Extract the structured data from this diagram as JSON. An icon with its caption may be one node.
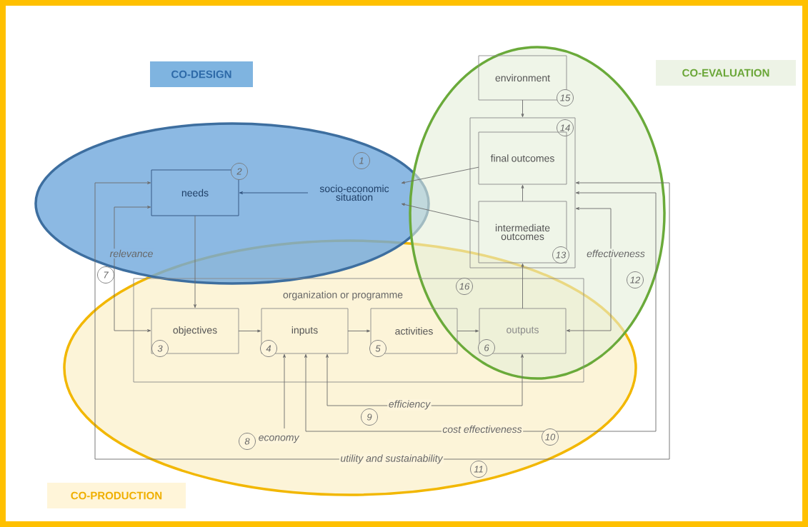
{
  "diagram": {
    "nodes": [
      {
        "text": [
          "CO-DESIGN"
        ]
      },
      {
        "text": [
          "CO-EVALUATION"
        ]
      },
      {
        "text": [
          "CO-PRODUCTION"
        ]
      },
      {
        "text": [
          "needs"
        ],
        "beside": [
          "2"
        ]
      },
      {
        "text": [
          "1",
          "socio-economic situation"
        ]
      },
      {
        "text": [
          "environment",
          "15"
        ]
      },
      {
        "text": [],
        "shape": "box",
        "beside": [
          "14"
        ]
      },
      {
        "text": [
          "final outcomes"
        ],
        "in": 6
      },
      {
        "text": [
          "intermediate outcomes",
          "13"
        ],
        "in": 6
      },
      {
        "text": [
          "organization or programme"
        ],
        "beside": [
          "16"
        ]
      },
      {
        "text": [
          "objectives",
          "3"
        ],
        "in": 9
      },
      {
        "text": [
          "inputs",
          "4"
        ],
        "in": 9
      },
      {
        "text": [
          "activities",
          "5"
        ],
        "in": 9
      },
      {
        "text": [
          "outputs",
          "6"
        ],
        "in": 9
      }
    ],
    "edges": [
      {
        "from": 4,
        "to": 3,
        "arrow": "to",
        "color": "#2e4f7a"
      },
      {
        "from": 3,
        "to": 10,
        "arrow": "to"
      },
      {
        "from": 5,
        "to": 6,
        "arrow": "to"
      },
      {
        "from": 8,
        "to": 7,
        "arrow": "to"
      },
      {
        "from": 7,
        "to": 4,
        "arrow": "to"
      },
      {
        "from": 8,
        "to": 4,
        "arrow": "to"
      },
      {
        "from": 10,
        "to": 11,
        "arrow": "to"
      },
      {
        "from": 11,
        "to": 12,
        "arrow": "to"
      },
      {
        "from": 12,
        "to": 13,
        "arrow": "to"
      },
      {
        "from": 13,
        "to": 8,
        "arrow": "to"
      },
      {
        "from": 3,
        "to": 10,
        "arrow": "both",
        "label": "relevance"
      },
      {
        "from": 3,
        "to": 6,
        "arrow": "both",
        "label": "utility and sustainability"
      },
      {
        "from": 11,
        "to": 6,
        "arrow": "both",
        "label": "cost effectiveness"
      },
      {
        "from": 11,
        "to": 13,
        "arrow": "both",
        "label": "efficiency"
      },
      {
        "from": null,
        "to": 11,
        "arrow": "to",
        "label": "economy"
      },
      {
        "from": 13,
        "to": 6,
        "arrow": "both",
        "label": "effectiveness"
      }
    ],
    "labels": [
      "7",
      "12",
      "9",
      "10",
      "8",
      "11"
    ]
  }
}
